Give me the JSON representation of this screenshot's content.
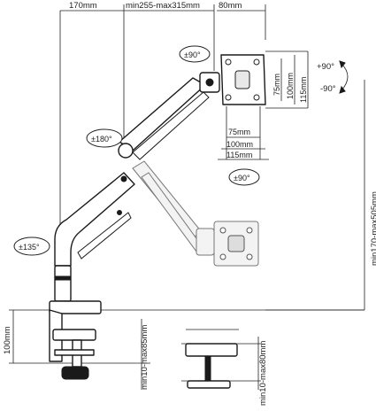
{
  "dimensions": {
    "arm_offset": "170mm",
    "extension": "min255-max315mm",
    "vesa_top_width": "80mm",
    "vesa_75_height": "75mm",
    "vesa_100_height": "100mm",
    "vesa_115_height": "115mm",
    "vesa_75_width": "75mm",
    "vesa_100_width": "100mm",
    "vesa_115_width": "115mm",
    "height_range": "min170-max505mm",
    "base_height": "100mm",
    "clamp_range": "min10-max85mm",
    "grommet_range": "min10-max80mm"
  },
  "rotations": {
    "top_pivot": "±90°",
    "tilt_up": "+90°",
    "tilt_down": "-90°",
    "elbow": "±180°",
    "vesa_rotate": "±90°",
    "base_swivel": "±135°"
  },
  "colors": {
    "line": "#222222",
    "part_fill": "#ffffff",
    "ghost_fill": "#f3f3f3"
  }
}
